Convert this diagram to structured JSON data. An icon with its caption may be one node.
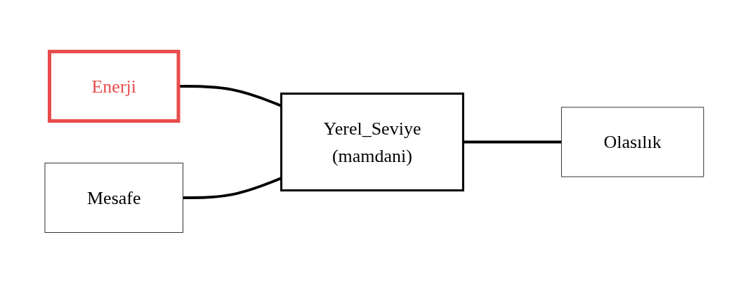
{
  "diagram": {
    "nodes": [
      {
        "text": [
          "Enerji"
        ]
      },
      {
        "text": [
          "Mesafe"
        ]
      },
      {
        "text": [
          "Yerel_Seviye",
          "(mamdani)"
        ]
      },
      {
        "text": [
          "Olasılık"
        ]
      }
    ],
    "edges": [
      {
        "from": 0,
        "to": 2,
        "arrow": "none"
      },
      {
        "from": 1,
        "to": 2,
        "arrow": "none"
      },
      {
        "from": 2,
        "to": 3,
        "arrow": "none"
      }
    ]
  }
}
